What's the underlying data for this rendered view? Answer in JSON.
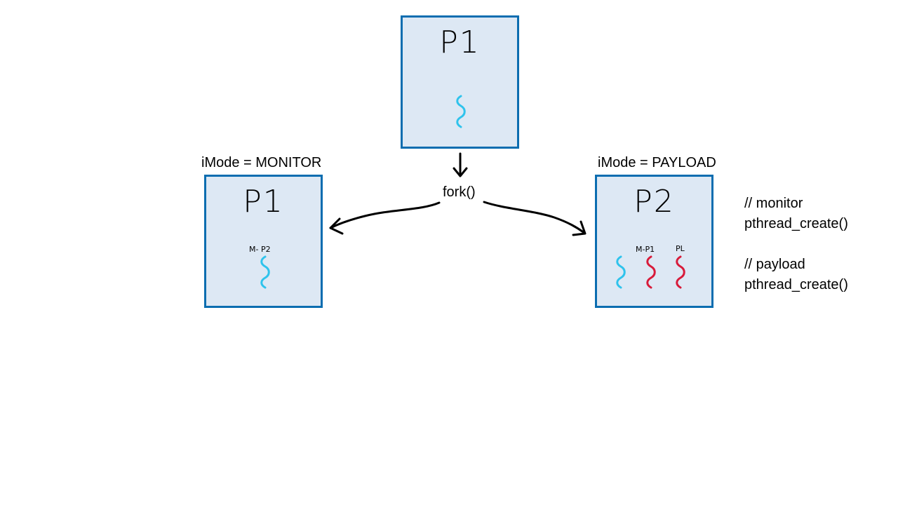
{
  "colors": {
    "box_fill": "#dde8f4",
    "box_border": "#0b6db0",
    "thread_main": "#2fc3ec",
    "thread_extra": "#d81b3a",
    "arrow": "#000000"
  },
  "top_box": {
    "title": "P1"
  },
  "fork_label": "fork()",
  "left": {
    "mode_label": "iMode = MONITOR",
    "title": "P1",
    "thread_label": "M- P2"
  },
  "right": {
    "mode_label": "iMode = PAYLOAD",
    "title": "P2",
    "thread_label_monitor": "M-P1",
    "thread_label_payload": "PL"
  },
  "notes": {
    "comment_monitor": "// monitor",
    "call_monitor": "pthread_create()",
    "comment_payload": "// payload",
    "call_payload": "pthread_create()"
  }
}
